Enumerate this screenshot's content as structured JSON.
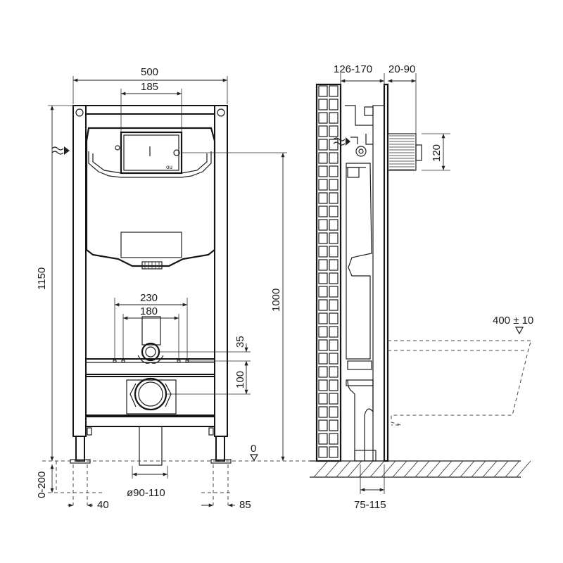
{
  "front_view": {
    "frame_width": "500",
    "button_width": "185",
    "frame_height": "1150",
    "height_to_floor": "1000",
    "pin_outer": "230",
    "pin_inner": "180",
    "drain_offset_top": "35",
    "drain_offset_mid": "100",
    "zero_mark": "0",
    "leg_adjust": "0-200",
    "foot_left": "40",
    "foot_right": "85",
    "drain_diameter": "ø90-110",
    "panel_mark": "ou"
  },
  "side_view": {
    "wall_depth": "126-170",
    "plate_depth": "20-90",
    "inlet_height": "120",
    "bowl_height": "400 ± 10",
    "floor_depth": "75-115"
  },
  "icons": {
    "water_inlet": "wave-arrow-icon",
    "level_marker": "triangle-marker-icon"
  }
}
